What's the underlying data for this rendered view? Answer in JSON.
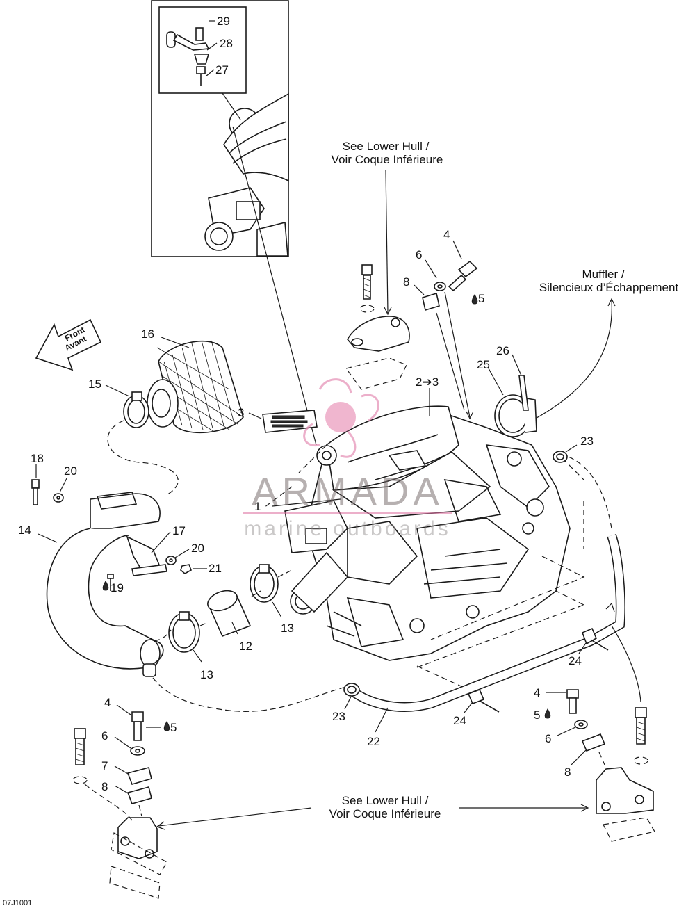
{
  "diagram": {
    "code": "07J1001",
    "direction_arrow": {
      "text_en": "Front",
      "text_fr": "Avant"
    },
    "notes": {
      "lower_hull_top_en": "See Lower Hull /",
      "lower_hull_top_fr": "Voir Coque Inférieure",
      "lower_hull_bottom_en": "See Lower Hull /",
      "lower_hull_bottom_fr": "Voir Coque Inférieure",
      "muffler_en": "Muffler /",
      "muffler_fr": "Silencieux d’Échappement"
    },
    "watermark": {
      "brand": "ARMADA",
      "tagline": "marine outboards"
    },
    "callouts": {
      "n1": "1",
      "n2_3": "2➔3",
      "n3": "3",
      "n4_top": "4",
      "n5_top": "5",
      "n6_top": "6",
      "n8_top": "8",
      "n12": "12",
      "n13_a": "13",
      "n13_b": "13",
      "n14": "14",
      "n15": "15",
      "n16": "16",
      "n17": "17",
      "n18": "18",
      "n19": "19",
      "n20_a": "20",
      "n20_b": "20",
      "n21": "21",
      "n22": "22",
      "n23_a": "23",
      "n23_b": "23",
      "n24_a": "24",
      "n24_b": "24",
      "n25": "25",
      "n26": "26",
      "n27": "27",
      "n28": "28",
      "n29": "29",
      "n4_left": "4",
      "n5_left": "5",
      "n6_left": "6",
      "n7_left": "7",
      "n8_left": "8",
      "n4_right": "4",
      "n5_right": "5",
      "n6_right": "6",
      "n8_right": "8"
    }
  }
}
